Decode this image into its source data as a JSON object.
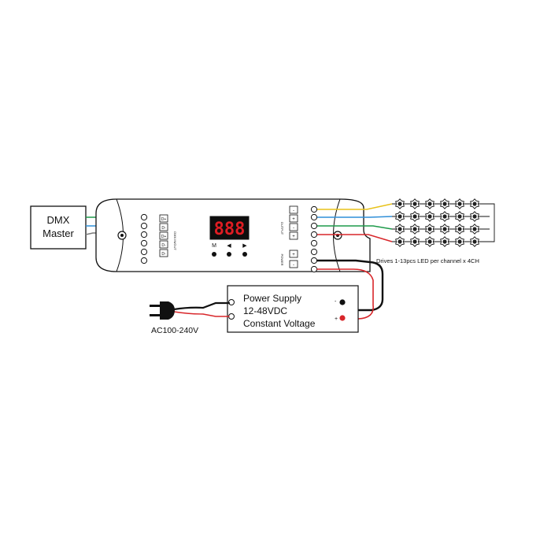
{
  "dmx_master": {
    "line1": "DMX",
    "line2": "Master"
  },
  "controller": {
    "display": "888",
    "buttons": [
      {
        "label": "M"
      },
      {
        "label": "◀"
      },
      {
        "label": "▶"
      }
    ],
    "left_terminals": [
      "D+",
      "D-",
      "D+",
      "D-",
      "D-"
    ],
    "right_terminals": [
      "-",
      "+",
      "-",
      "+",
      "+",
      "-"
    ],
    "left_vertical_label": "DMX IN/OUT",
    "right_vertical_label": "OUTPUT",
    "power_vertical_label": "POWER"
  },
  "power_supply": {
    "line1": "Power Supply",
    "line2": "12-48VDC",
    "line3": "Constant Voltage",
    "terminal_minus": "-",
    "terminal_plus": "+"
  },
  "ac_input": "AC100-240V",
  "led_caption": "Drives 1-13pcs LED per channel x 4CH",
  "colors": {
    "wire_green": "#1d9a4a",
    "wire_blue": "#2f8fd8",
    "wire_grey": "#7a7a7a",
    "wire_yellow": "#e8c21a",
    "wire_red": "#d8262a",
    "wire_black": "#111111",
    "display_red": "#e01d23"
  }
}
